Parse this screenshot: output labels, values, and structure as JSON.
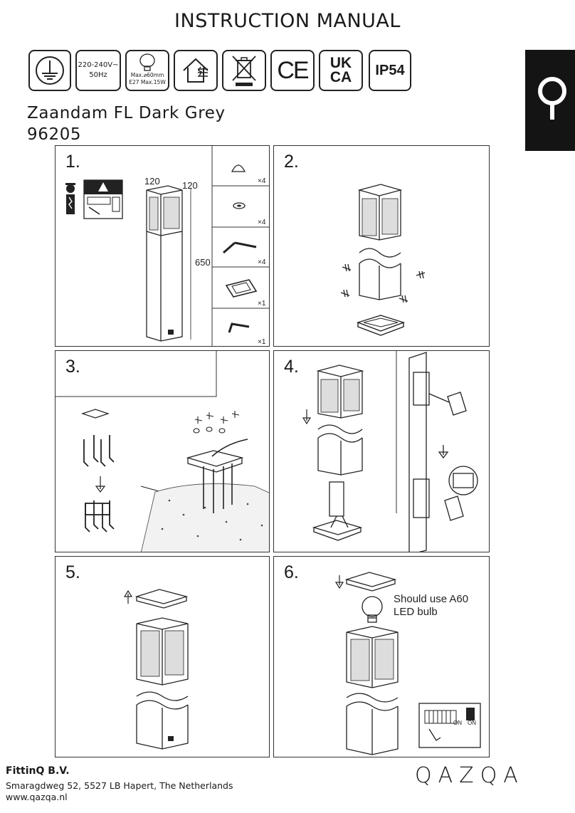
{
  "header": {
    "title": "INSTRUCTION MANUAL",
    "voltage_line1": "220-240V~",
    "voltage_line2": "50Hz",
    "bulb_line1": "Max.⌀60mm",
    "bulb_line2": "E27 Max.15W",
    "ce_mark": "CE",
    "ukca_line1": "UK",
    "ukca_line2": "CA",
    "ip_rating": "IP54"
  },
  "product": {
    "name": "Zaandam FL Dark Grey",
    "code": "96205"
  },
  "steps": {
    "step1": {
      "number": "1.",
      "dim_width": "120",
      "dim_depth": "120",
      "dim_height": "650",
      "parts": [
        {
          "qty": "×4"
        },
        {
          "qty": "×4"
        },
        {
          "qty": "×4"
        },
        {
          "qty": "×1"
        },
        {
          "qty": "×1"
        }
      ]
    },
    "step2": {
      "number": "2."
    },
    "step3": {
      "number": "3."
    },
    "step4": {
      "number": "4."
    },
    "step5": {
      "number": "5."
    },
    "step6": {
      "number": "6.",
      "note_line1": "Should use A60",
      "note_line2": "LED bulb",
      "switch_label1": "ON",
      "switch_label2": "ON"
    }
  },
  "footer": {
    "company": "FittinQ B.V.",
    "address": "Smaragdweg 52, 5527 LB Hapert, The Netherlands",
    "website": "www.qazqa.nl",
    "logo": "QAZQA"
  }
}
